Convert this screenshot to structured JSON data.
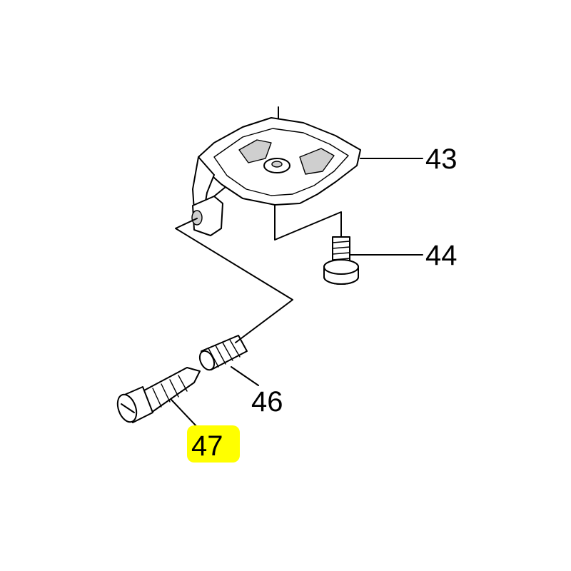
{
  "diagram": {
    "callouts": [
      {
        "id": "carb-cover",
        "label": "43"
      },
      {
        "id": "cover-screw",
        "label": "44"
      },
      {
        "id": "spring",
        "label": "46"
      },
      {
        "id": "idle-screw",
        "label": "47",
        "highlighted": true
      }
    ],
    "colors": {
      "line": "#000000",
      "highlight": "#ffff00",
      "background": "#ffffff"
    }
  }
}
